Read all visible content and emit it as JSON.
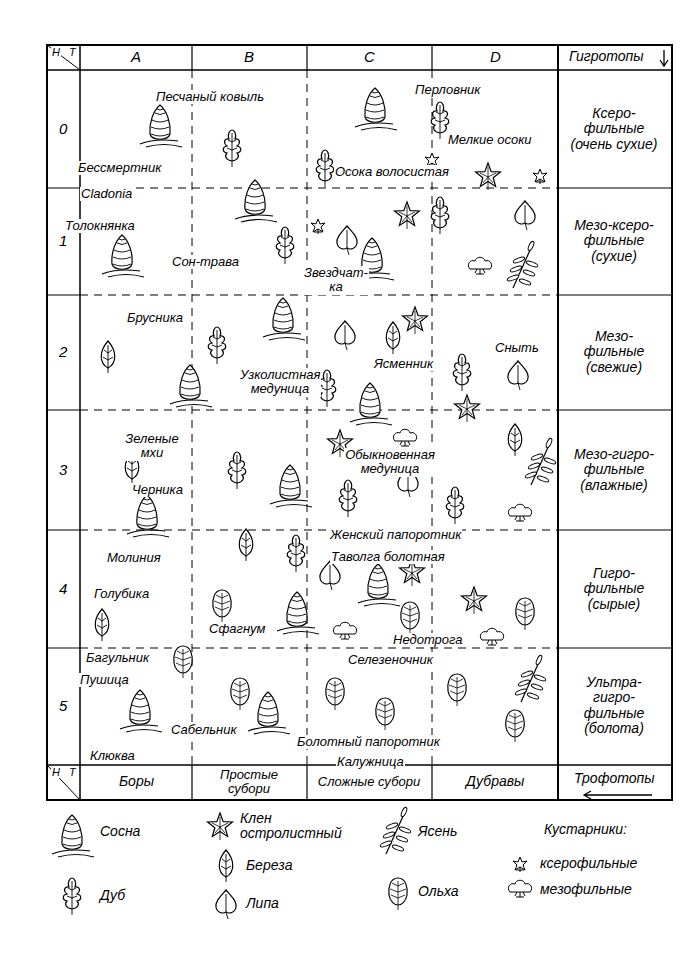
{
  "diagram": {
    "labels": [
      "Н",
      "Т",
      "A",
      "B",
      "C",
      "D",
      "Гигротопы",
      "0",
      "1",
      "2",
      "3",
      "4",
      "5",
      "Ксеро- фильные (очень сухие)",
      "Мезо-ксеро- фильные (сухие)",
      "Мезо- фильные (свежие)",
      "Мезо-гигро- фильные (влажные)",
      "Гигро- фильные (сырые)",
      "Ультра- гигро- фильные (болота)",
      "Н",
      "Т",
      "Боры",
      "Простые субори",
      "Сложные субори",
      "Дубравы",
      "Трофотопы",
      "Песчаный ковыль",
      "Перловник",
      "Бессмертник",
      "Мелкие осоки",
      "Осока волосистая",
      "Cladonia",
      "Толокнянка",
      "Сон-трава",
      "Звездчат- ка",
      "Брусника",
      "Узколистная медуница",
      "Ясменник",
      "Сныть",
      "Зеленые мхи",
      "Черника",
      "Обыкновенная медуница",
      "Женский папоротник",
      "Таволга болотная",
      "Молиния",
      "Голубика",
      "Сфагнум",
      "Недотрога",
      "Багульник",
      "Пушица",
      "Селезеночник",
      "Сабельник",
      "Клюква",
      "Болотный папоротник",
      "Калужница",
      "Кустарники:"
    ],
    "legend": [
      {
        "text": "Сосна"
      },
      {
        "text": "Клен остролистный"
      },
      {
        "text": "Ясень"
      },
      {
        "text": "Береза"
      },
      {
        "text": "Дуб"
      },
      {
        "text": "Липа"
      },
      {
        "text": "Ольха"
      },
      {
        "text": "ксерофильные"
      },
      {
        "text": "мезофильные"
      }
    ]
  }
}
